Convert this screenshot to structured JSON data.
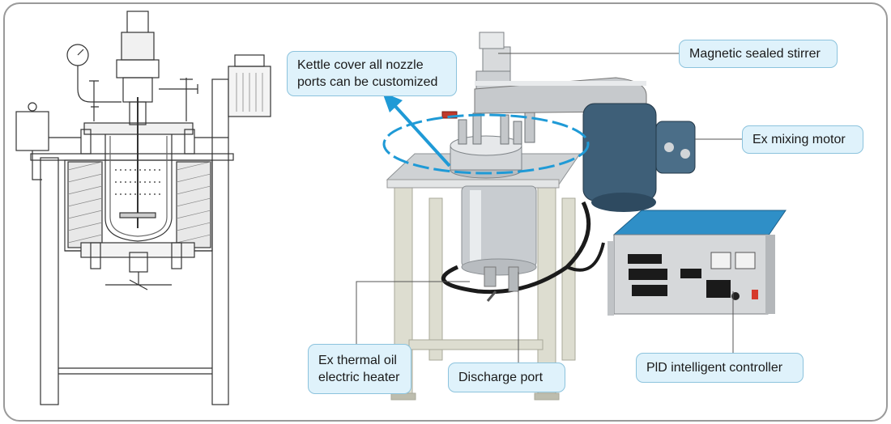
{
  "callouts": {
    "kettle_cover": "Kettle cover all nozzle\nports can be customized",
    "stirrer": "Magnetic sealed stirrer",
    "motor": "Ex mixing motor",
    "heater": "Ex thermal oil\nelectric heater",
    "discharge": "Discharge port",
    "controller": "PlD intelligent controller"
  },
  "colors": {
    "callout_bg": "#dff2fb",
    "callout_border": "#8cc3dd",
    "accent_ellipse": "#1f9ad6",
    "motor": "#3e5f78",
    "panel": "#2f8fc7"
  },
  "icons": {
    "pressure_gauge": "gauge-icon",
    "arrow": "arrow-up-left-icon"
  }
}
